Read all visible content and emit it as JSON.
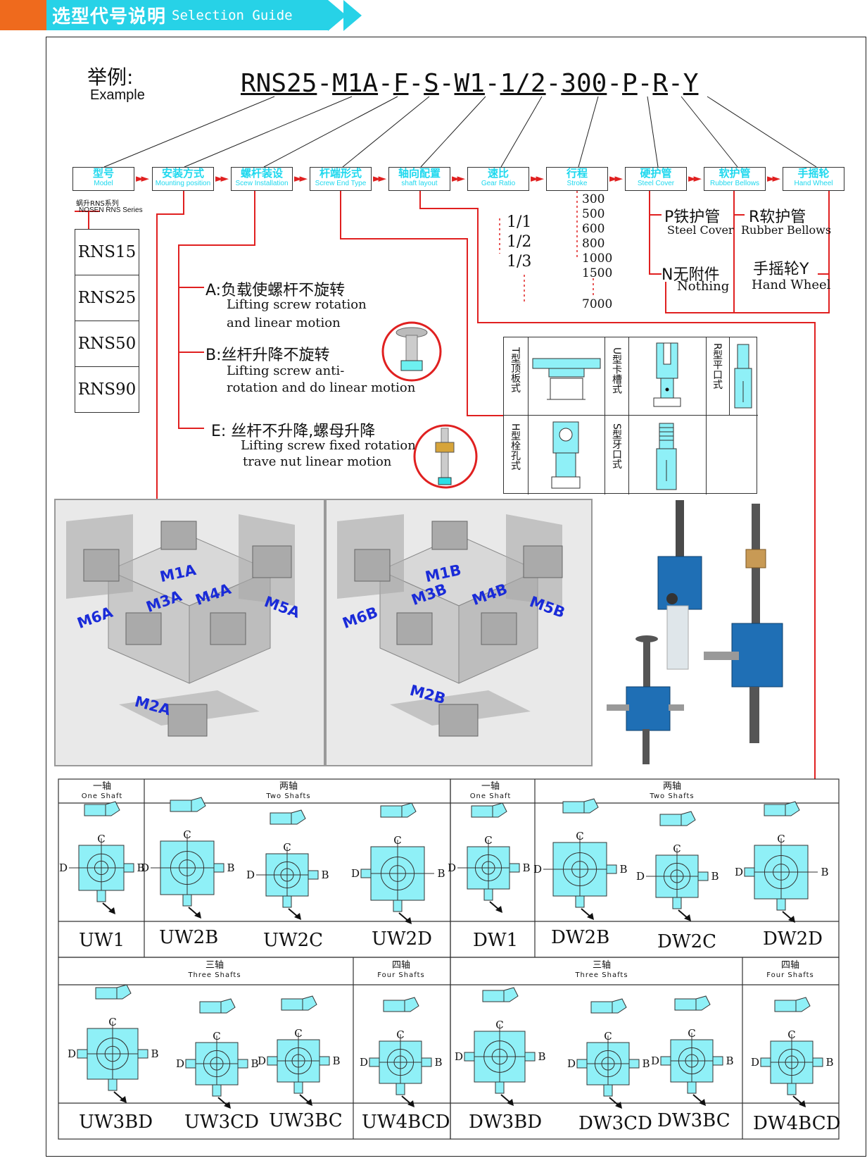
{
  "banner": {
    "title_cn": "选型代号说明",
    "title_en": "Selection Guide"
  },
  "example": {
    "label_cn": "举例:",
    "label_en": "Example",
    "code_parts": [
      "RNS25",
      "-",
      "M1A",
      "-",
      "F",
      "-",
      "S",
      "-",
      "W1",
      "-",
      "1/2",
      "-",
      "300",
      "-",
      "P",
      "-",
      "R",
      "-",
      "Y"
    ]
  },
  "categories": [
    {
      "cn": "型号",
      "en": "Model"
    },
    {
      "cn": "安装方式",
      "en": "Mounting position"
    },
    {
      "cn": "螺杆装设",
      "en": "Scew Installation"
    },
    {
      "cn": "杆端形式",
      "en": "Screw End Type"
    },
    {
      "cn": "轴向配置",
      "en": "shaft layout"
    },
    {
      "cn": "速比",
      "en": "Gear Ratio"
    },
    {
      "cn": "行程",
      "en": "Stroke"
    },
    {
      "cn": "硬护管",
      "en": "Steel Cover"
    },
    {
      "cn": "软护管",
      "en": "Rubber Bellows"
    },
    {
      "cn": "手摇轮",
      "en": "Hand Wheel"
    }
  ],
  "model_series": {
    "cn": "蜗升RNS系列",
    "en": "NOSEN RNS Series",
    "models": [
      "RNS15",
      "RNS25",
      "RNS50",
      "RNS90"
    ]
  },
  "ratios": [
    "1/1",
    "1/2",
    "1/3"
  ],
  "strokes": [
    "300",
    "500",
    "600",
    "800",
    "1000",
    "1500",
    "7000"
  ],
  "covers": {
    "p_cn": "P铁护管",
    "p_en": "Steel Cover",
    "r_cn": "R软护管",
    "r_en": "Rubber Bellows",
    "n_cn": "N无附件",
    "n_en": "Nothing",
    "y_cn": "手摇轮Y",
    "y_en": "Hand Wheel"
  },
  "installation": [
    {
      "cn": "A:负载使螺杆不旋转",
      "en1": "Lifting screw rotation",
      "en2": "and linear motion"
    },
    {
      "cn": "B:丝杆升降不旋转",
      "en1": "Lifting screw anti-",
      "en2": "rotation and do linear motion"
    },
    {
      "cn": "E: 丝杆不升降,螺母升降",
      "en1": "Lifting screw fixed rotation",
      "en2": "trave nut linear motion"
    }
  ],
  "end_types": [
    {
      "code": "T",
      "cn": "型顶板式"
    },
    {
      "code": "U",
      "cn": "型卡槽式"
    },
    {
      "code": "R",
      "cn": "型平口式"
    },
    {
      "code": "H",
      "cn": "型栓孔式"
    },
    {
      "code": "S",
      "cn": "型牙口式"
    }
  ],
  "mount_a": [
    "M1A",
    "M3A",
    "M4A",
    "M5A",
    "M6A",
    "M2A"
  ],
  "mount_b": [
    "M1B",
    "M3B",
    "M4B",
    "M5B",
    "M6B",
    "M2B"
  ],
  "shaft_headers": {
    "one_cn": "一轴",
    "one_en": "One Shaft",
    "two_cn": "两轴",
    "two_en": "Two Shafts",
    "three_cn": "三轴",
    "three_en": "Three Shafts",
    "four_cn": "四轴",
    "four_en": "Four Shafts"
  },
  "axis_labels": {
    "c": "C",
    "d": "D",
    "b": "B"
  },
  "u_row1": [
    "UW1",
    "UW2B",
    "UW2C",
    "UW2D"
  ],
  "d_row1": [
    "DW1",
    "DW2B",
    "DW2C",
    "DW2D"
  ],
  "u_row2": [
    "UW3BD",
    "UW3CD",
    "UW3BC",
    "UW4BCD"
  ],
  "d_row2": [
    "DW3BD",
    "DW3CD",
    "DW3BC",
    "DW4BCD"
  ],
  "colors": {
    "accent": "#27d2e7",
    "orange": "#ef6a1d",
    "red": "#e02020",
    "cyan_part": "#8ff0f7",
    "blue_label": "#1a2bd8"
  }
}
